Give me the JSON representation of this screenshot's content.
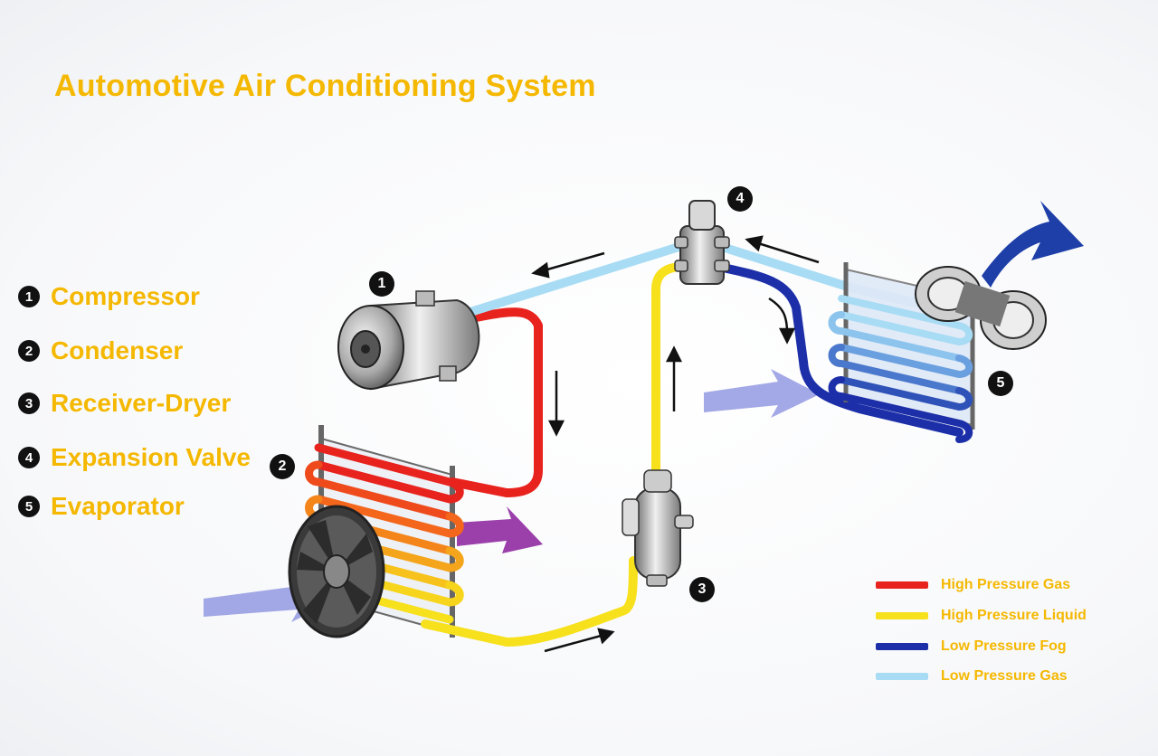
{
  "title": "Automotive Air Conditioning System",
  "parts": [
    {
      "number": "1",
      "label": "Compressor"
    },
    {
      "number": "2",
      "label": "Condenser"
    },
    {
      "number": "3",
      "label": "Receiver-Dryer"
    },
    {
      "number": "4",
      "label": "Expansion Valve"
    },
    {
      "number": "5",
      "label": "Evaporator"
    }
  ],
  "callouts": [
    "1",
    "2",
    "3",
    "4",
    "5"
  ],
  "legend": [
    {
      "label": "High Pressure Gas",
      "color": "#e8231e"
    },
    {
      "label": "High Pressure Liquid",
      "color": "#f7e01c"
    },
    {
      "label": "Low Pressure Fog",
      "color": "#1c2fa8"
    },
    {
      "label": "Low Pressure Gas",
      "color": "#a8dcf4"
    }
  ],
  "colors": {
    "accent": "#f5b800",
    "high_pressure_gas": "#e8231e",
    "high_pressure_liquid": "#f7e01c",
    "low_pressure_fog": "#1c2fa8",
    "low_pressure_gas": "#a8dcf4",
    "airflow_in": "#8c92e0",
    "airflow_hot": "#8a1f9c",
    "airflow_cold": "#1e3fa8"
  }
}
